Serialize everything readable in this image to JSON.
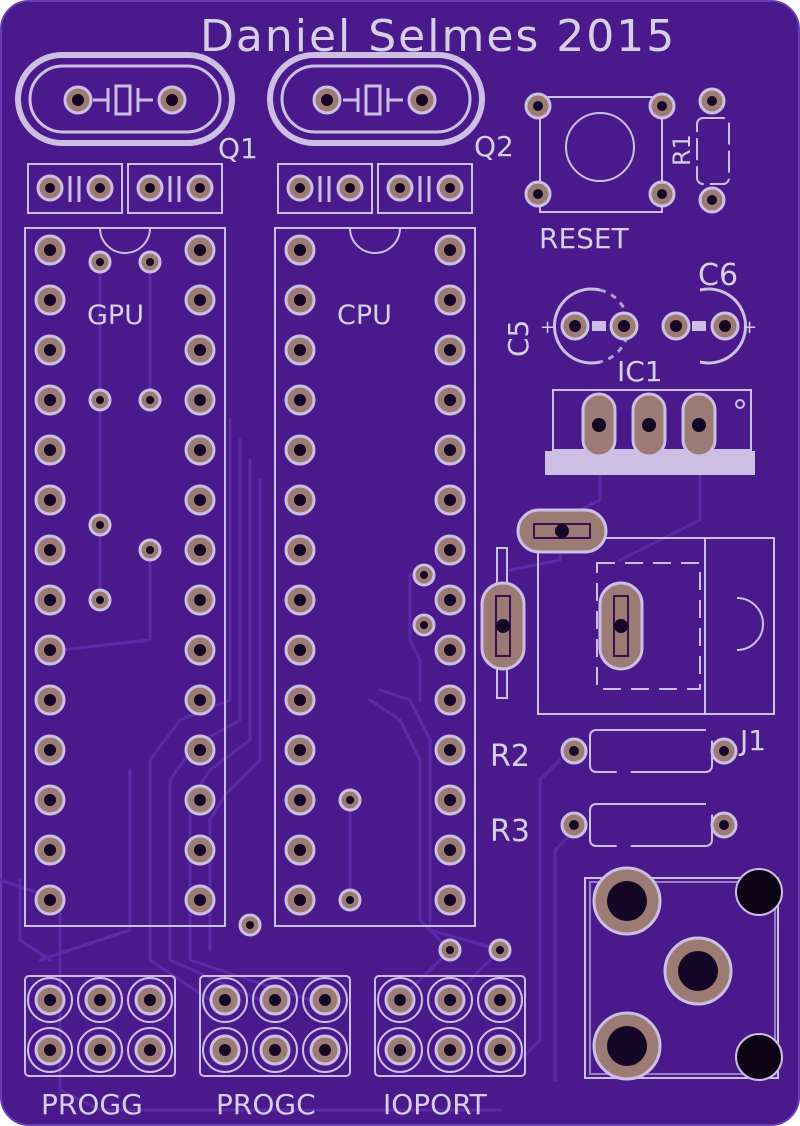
{
  "board": {
    "title": "Daniel Selmes 2015",
    "colors": {
      "board": "#4a1a8c",
      "board_edge": "#6a3cb8",
      "trace": "#5c2aa8",
      "silkscreen": "#d7cfe6",
      "pad": "#9b7b74",
      "drill": "#150726"
    }
  },
  "labels": {
    "q1": "Q1",
    "q2": "Q2",
    "r1": "R1",
    "reset": "RESET",
    "c5": "C5",
    "c6": "C6",
    "ic1": "IC1",
    "gpu": "GPU",
    "cpu": "CPU",
    "j1": "J1",
    "r2": "R2",
    "r3": "R3",
    "progg": "PROGG",
    "progc": "PROGC",
    "ioport": "IOPORT",
    "plus": "+"
  }
}
